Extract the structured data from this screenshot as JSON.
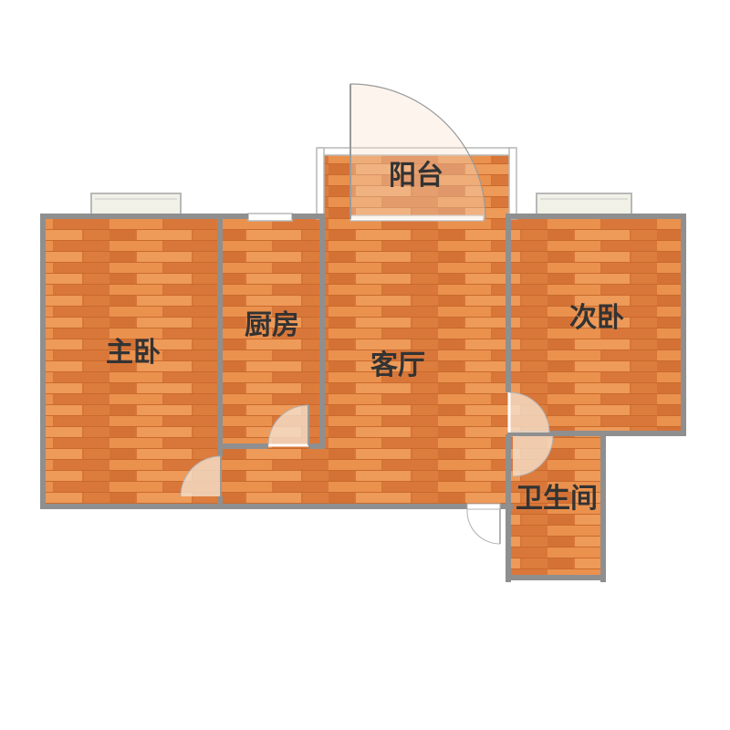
{
  "rooms": {
    "balcony": {
      "label": "阳台"
    },
    "master_bedroom": {
      "label": "主卧"
    },
    "kitchen": {
      "label": "厨房"
    },
    "living_room": {
      "label": "客厅"
    },
    "second_bedroom": {
      "label": "次卧"
    },
    "bathroom": {
      "label": "卫生间"
    }
  },
  "colors": {
    "floor_base": "#e2833f",
    "floor_plank_light": "#ee9a59",
    "floor_plank_dark": "#c96a2c",
    "wall": "#8f8f8f",
    "window_frame": "#b8b8b8",
    "window_fill": "#f2f1e8",
    "door_fill": "#f5e0cc",
    "door_line": "#9a9a9a"
  }
}
